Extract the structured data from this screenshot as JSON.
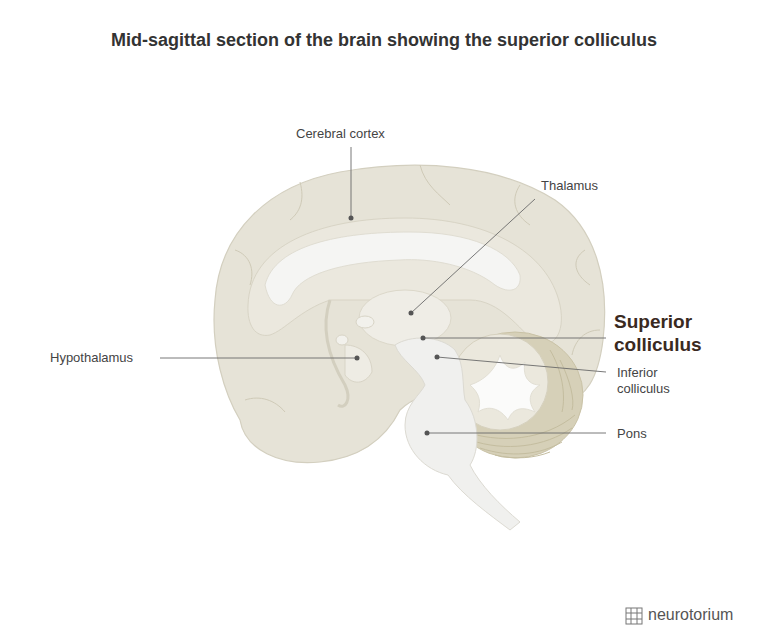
{
  "diagram": {
    "title": "Mid-sagittal section of the brain showing the superior colliculus",
    "labels": [
      "Cerebral cortex",
      "Thalamus",
      "Superior colliculus",
      "Hypothalamus",
      "Inferior colliculus",
      "Pons",
      "neurotorium"
    ]
  }
}
